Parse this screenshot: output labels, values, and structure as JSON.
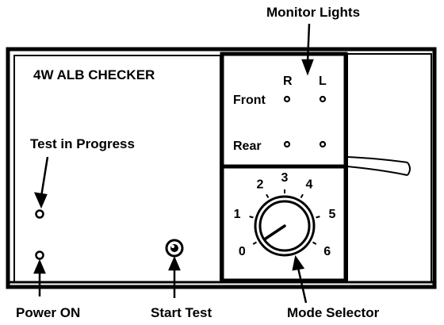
{
  "device": {
    "title": "4W ALB CHECKER"
  },
  "callouts": {
    "monitor_lights": "Monitor Lights",
    "test_in_progress": "Test in Progress",
    "power_on": "Power ON",
    "start_test": "Start Test",
    "mode_selector": "Mode Selector"
  },
  "monitor": {
    "col_r": "R",
    "col_l": "L",
    "row_front": "Front",
    "row_rear": "Rear"
  },
  "mode_dial": {
    "positions": [
      "0",
      "1",
      "2",
      "3",
      "4",
      "5",
      "6"
    ]
  },
  "colors": {
    "ink": "#000000",
    "paper": "#ffffff"
  }
}
